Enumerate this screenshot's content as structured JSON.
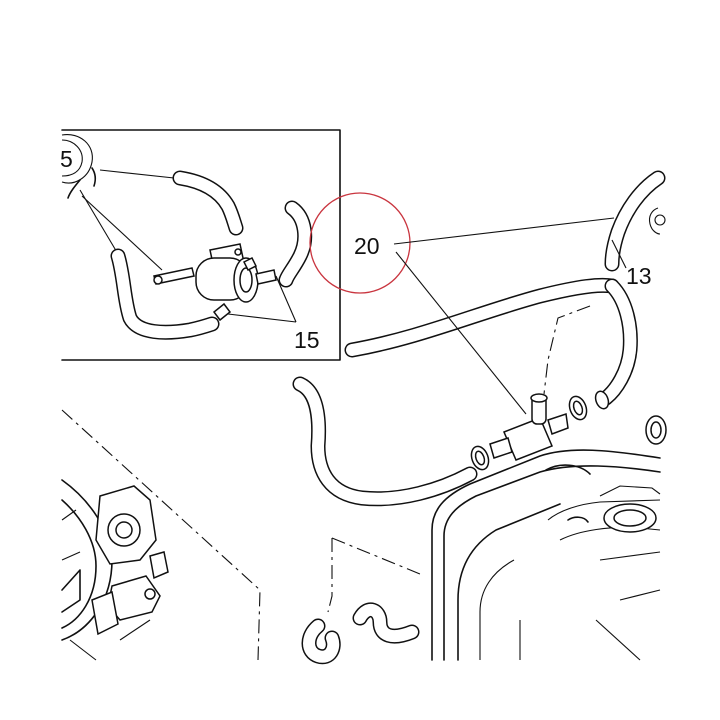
{
  "callouts": {
    "c15_top": "5",
    "c15": "15",
    "c20": "20",
    "c13": "13"
  },
  "colors": {
    "ink": "#111111",
    "highlight": "#c9353f",
    "paper": "#ffffff"
  }
}
